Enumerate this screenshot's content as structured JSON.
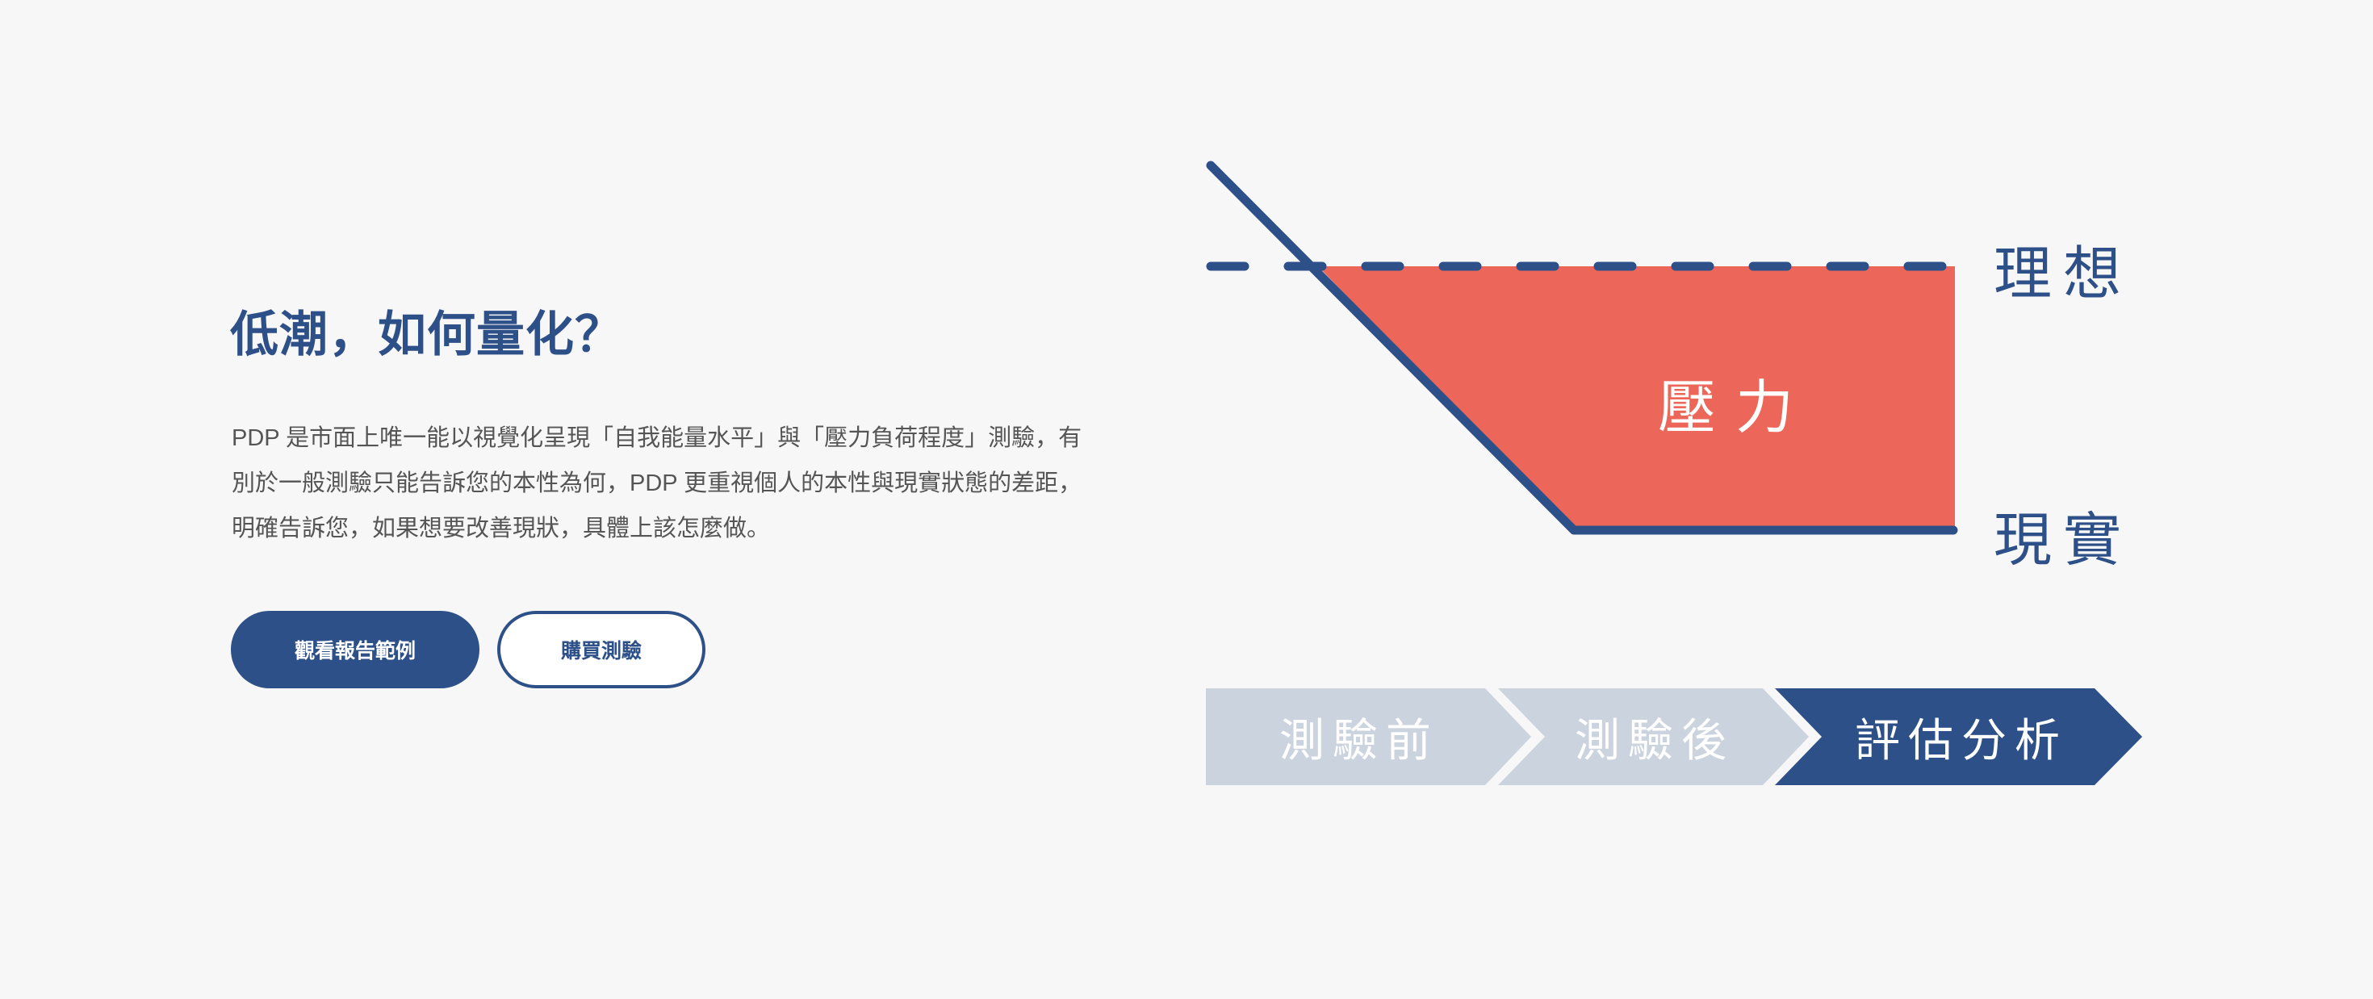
{
  "section": {
    "title": "低潮，如何量化？",
    "paragraph_lines": [
      "PDP 是市面上唯一能以視覺化呈現「自我能量水平」與「壓力負荷程度」測驗，有",
      "別於一般測驗只能告訴您的本性為何，PDP 更重視個人的本性與現實狀態的差距，",
      "明確告訴您，如果想要改善現狀，具體上該怎麼做。"
    ],
    "buttons": {
      "view_report": "觀看報告範例",
      "buy_test": "購買測驗"
    }
  },
  "diagram": {
    "ideal_label": "理想",
    "reality_label": "現實",
    "gap_label": "壓力",
    "steps": [
      {
        "label": "測驗前",
        "active": false
      },
      {
        "label": "測驗後",
        "active": false
      },
      {
        "label": "評估分析",
        "active": true
      }
    ]
  },
  "colors": {
    "primary": "#2e5088",
    "pressure": "#ec675a",
    "step_inactive": "#cbd3df",
    "background": "#f7f7f7"
  }
}
